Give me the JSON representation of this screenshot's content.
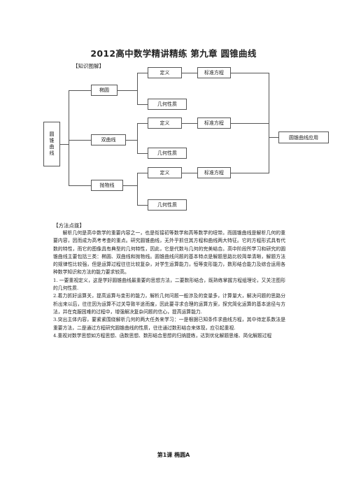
{
  "doc": {
    "title": "2012高中数学精讲精练 第九章 圆锥曲线",
    "knowledge_label": "【知识图解】",
    "method_label": "【方法点拨】",
    "lesson_title": "第1课 椭圆A"
  },
  "diagram": {
    "root": [
      "圆",
      "锥",
      "曲",
      "线"
    ],
    "ellipse": "椭圆",
    "hyperbola": "双曲线",
    "parabola": "抛物线",
    "definition": "定义",
    "standard_eq": "标准方程",
    "geometric_props": "几何性质",
    "application": "圆锥曲线应用"
  },
  "method": {
    "intro": "解析几何是高中数学的重要内容之一，也是衔接初等数学和高等数学的纽带。而圆锥曲线是解析几何的重要内容，因而成为高考考查的重点。研究圆锥曲线，无外乎抓住其方程和曲线两大特征。它的方程形式具有代数的特性，而它的图像具有典型的几何特性，因此，它是代数与几何的完美结合。高中阶段所学习和研究的圆锥曲线主要包括三类：椭圆、双曲线和抛物线。圆锥曲线问题的基本特点是解题思路比较简单清晰，解题方法的规律性比较强，但是运算过程往往比较复杂，对学生运算能力，恒等变形能力，数形结合能力及综合运用各种数学知识和方法的能力要求较高。",
    "point1": "1. 一要重视定义，这是学好圆锥曲线最重要的思想方法，二要数形结合，既熟练掌握方程组理论，又关注图形的几何性质.",
    "point2": "2.着力抓好运算关，提高运算与变形的能力，解析几何问题一般涉及的变量多，计算量大，解决问题的思路分析出来以后，往往因为运算不过关导致半途而废，因此要寻求合理的运算方案，探究简化运算的基本途径与方法，并在克服困难的过程中，增强解决复杂问题的信心，提高运算能力.",
    "point3": "3.突出主体内容，要紧紧围绕解析几何的两大任务来学习：一是根据已知条件求曲线方程，其中待定系数法是重要方法，二是通过方程研究圆锥曲线的性质，往往通过数形结合来体现，应引起重视.",
    "point4": "4.重视对数学思想如方程思想、函数思想、数形结合思想的归纳提练，达到优化解题思维、简化解题过程"
  }
}
